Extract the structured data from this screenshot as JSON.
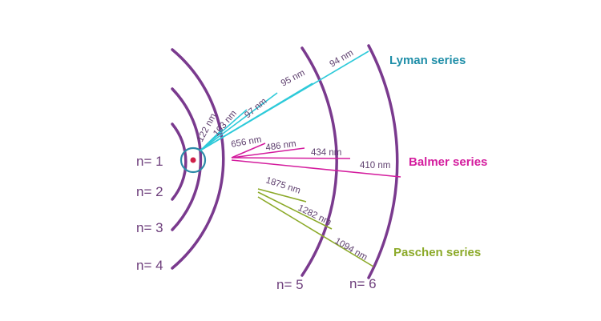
{
  "colors": {
    "orbit": "#7a3a8e",
    "nucleus_ring": "#2b8aa8",
    "nucleus": "#d01f48",
    "lyman": "#2ecad9",
    "balmer": "#d41d9e",
    "paschen": "#8caa2a",
    "lyman_label": "#1f8ea8",
    "balmer_label": "#d41d9e",
    "paschen_label": "#8caa2a"
  },
  "levels": [
    "n= 1",
    "n= 2",
    "n= 3",
    "n= 4",
    "n= 5",
    "n= 6"
  ],
  "series": {
    "lyman": {
      "name": "Lyman series",
      "wavelengths": [
        "122 nm",
        "103 nm",
        "97 nm",
        "95 nm",
        "94 nm"
      ]
    },
    "balmer": {
      "name": "Balmer series",
      "wavelengths": [
        "656 nm",
        "486 nm",
        "434 nm",
        "410 nm"
      ]
    },
    "paschen": {
      "name": "Paschen series",
      "wavelengths": [
        "1875 nm",
        "1282 nm",
        "1094 nm"
      ]
    }
  }
}
